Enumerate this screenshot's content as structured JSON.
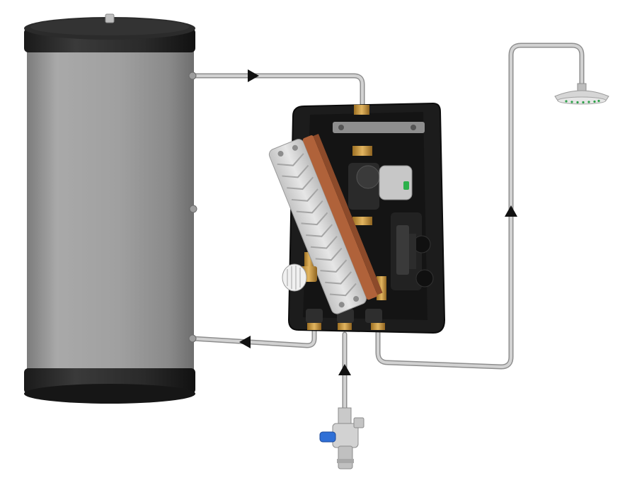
{
  "diagram": {
    "components": [
      {
        "id": "storage-tank",
        "kind": "buffer-storage-tank",
        "colors": {
          "body": "#9b9b9b",
          "bands": "#222222"
        }
      },
      {
        "id": "fresh-water-station",
        "kind": "fresh-water-module",
        "colors": {
          "insulation": "#1c1c1c",
          "brass": "#c8963c"
        }
      },
      {
        "id": "plate-heat-exchanger",
        "kind": "plate-heat-exchanger",
        "colors": {
          "plates": "#d9d9d9",
          "copper": "#b0623a"
        }
      },
      {
        "id": "circulation-pump",
        "kind": "pump",
        "colors": {
          "housing": "#2a2a2a",
          "display": "#2bb04a"
        }
      },
      {
        "id": "thermostatic-valve",
        "kind": "thermostatic-mixing-valve",
        "colors": {
          "knob": "#f0f0f0"
        }
      },
      {
        "id": "cold-water-valve",
        "kind": "inlet-valve",
        "colors": {
          "handle": "#2f6fd6",
          "body": "#c9c9c9"
        }
      },
      {
        "id": "shower-head",
        "kind": "shower-outlet",
        "colors": {
          "body": "#d6d6d6",
          "nozzles": "#2fa04a"
        }
      }
    ],
    "pipes": [
      {
        "id": "hot-supply-pipe",
        "from": "storage-tank",
        "to": "fresh-water-station",
        "flow": "forward"
      },
      {
        "id": "return-pipe",
        "from": "fresh-water-station",
        "to": "storage-tank",
        "flow": "forward"
      },
      {
        "id": "cold-inlet-pipe",
        "from": "cold-water-valve",
        "to": "fresh-water-station",
        "flow": "forward"
      },
      {
        "id": "hot-outlet-pipe",
        "from": "fresh-water-station",
        "to": "shower-head",
        "flow": "forward"
      }
    ],
    "colors": {
      "pipe": "#bdbdbd",
      "pipe_edge": "#8e8e8e",
      "arrow": "#111111"
    }
  }
}
